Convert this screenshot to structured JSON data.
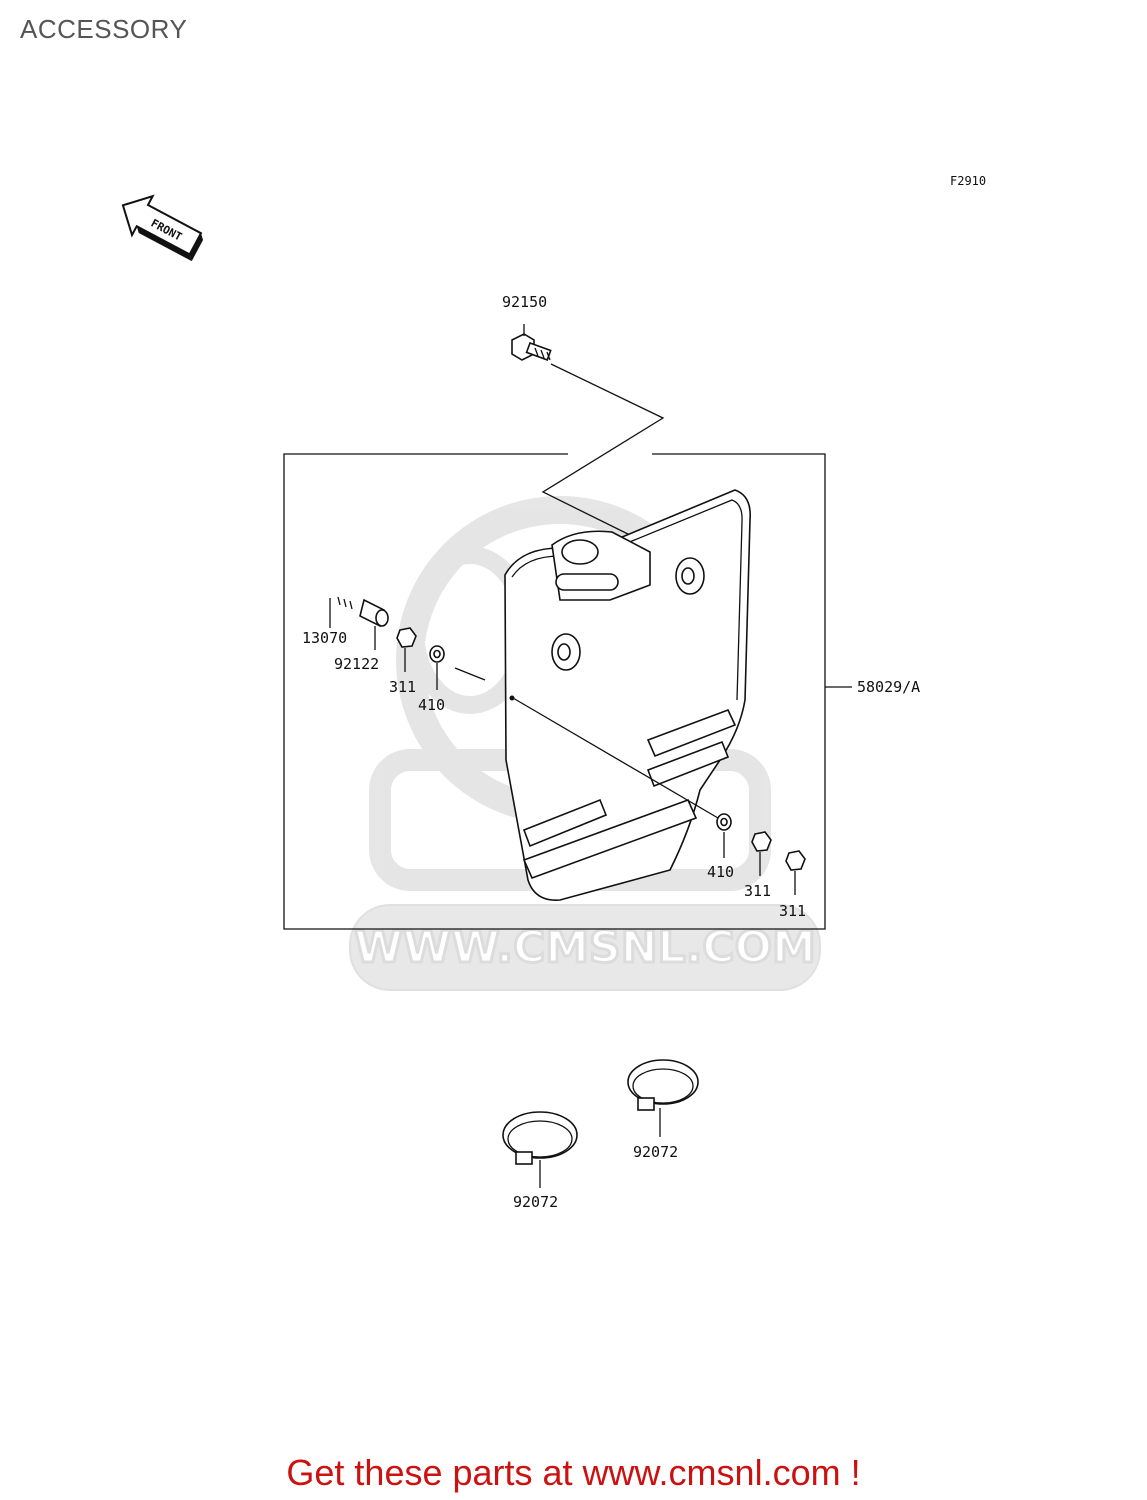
{
  "page": {
    "title": "ACCESSORY",
    "diagram_code": "F2910"
  },
  "front_indicator": {
    "label": "FRONT",
    "icon": "front-arrow-icon"
  },
  "watermark": {
    "text": "WWW.CMSNL.COM",
    "logo": "cms-logo"
  },
  "parts": [
    {
      "number": "92150"
    },
    {
      "number": "13070"
    },
    {
      "number": "92122"
    },
    {
      "number": "311"
    },
    {
      "number": "410"
    },
    {
      "number": "58029/A"
    },
    {
      "number": "410"
    },
    {
      "number": "311"
    },
    {
      "number": "311"
    },
    {
      "number": "92072"
    },
    {
      "number": "92072"
    }
  ],
  "footer": {
    "cta": "Get these parts at www.cmsnl.com !"
  }
}
